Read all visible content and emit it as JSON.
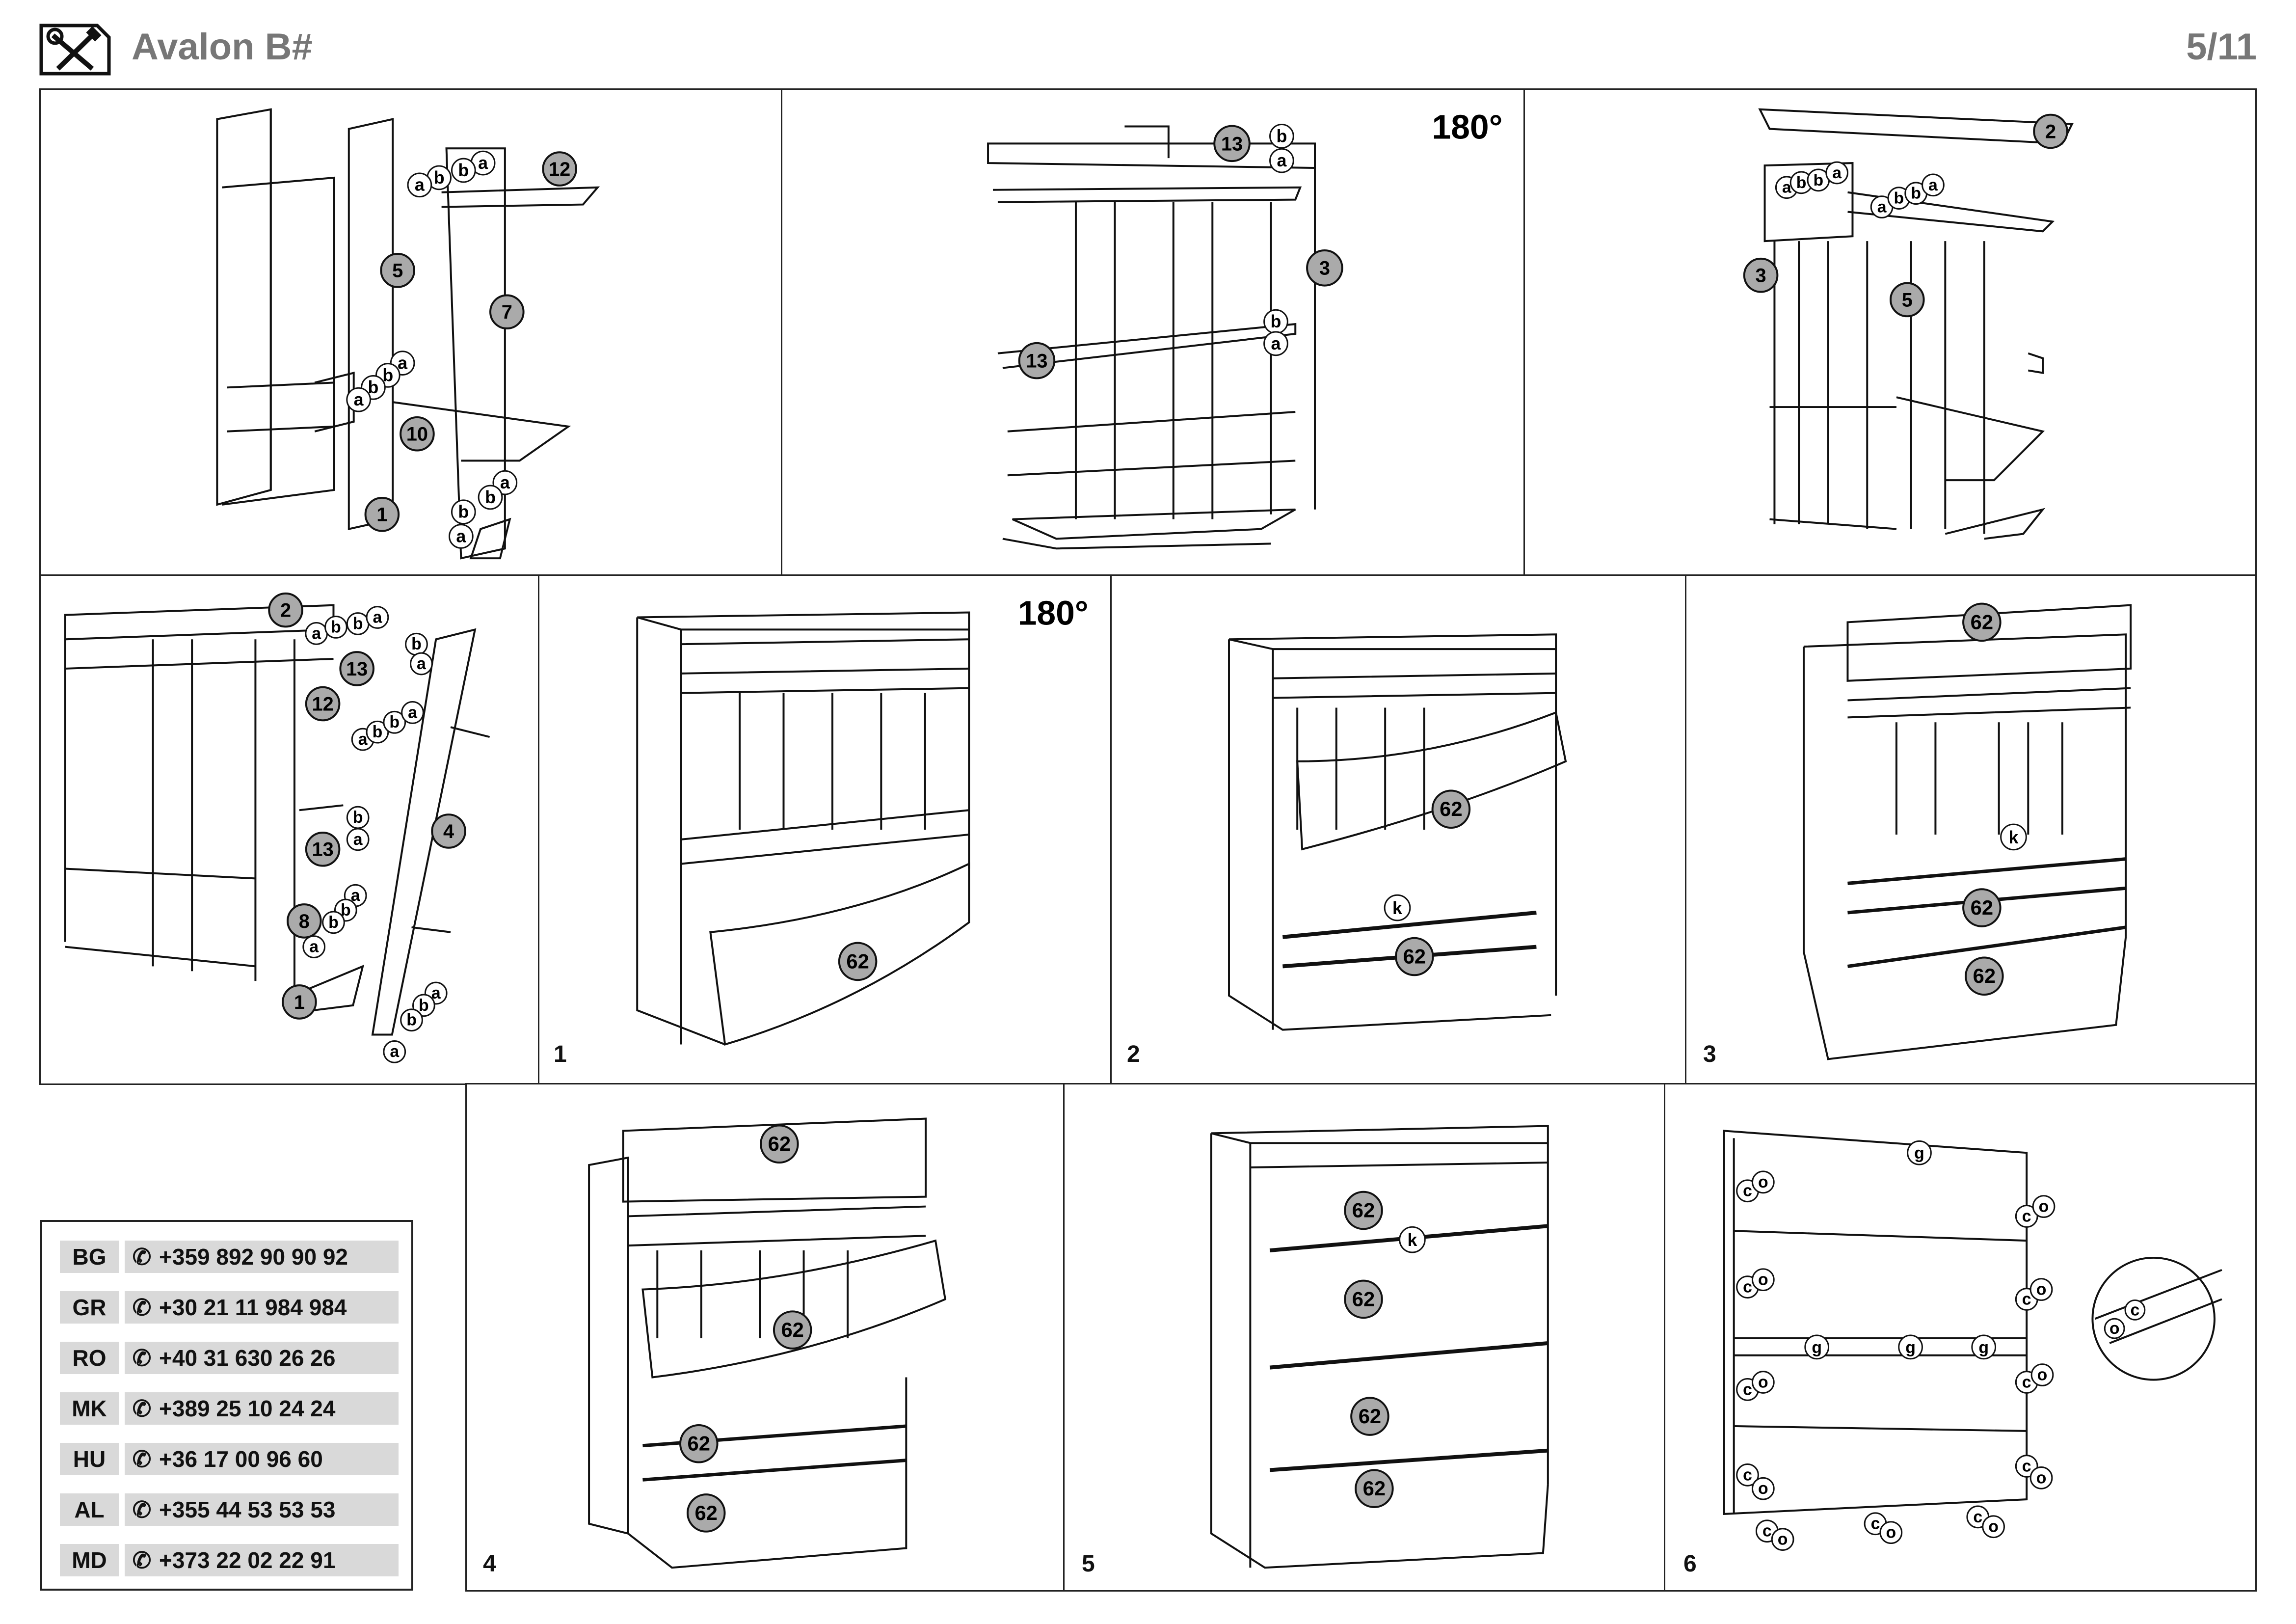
{
  "header": {
    "title": "Avalon B#",
    "page": "5/11",
    "icon": "tools-icon"
  },
  "steps": {
    "s1": "1",
    "s2": "2",
    "s3": "3",
    "s4": "4",
    "s5": "5",
    "s6": "6"
  },
  "rotate": "180°",
  "labels": {
    "p1": [
      "12",
      "5",
      "7",
      "10",
      "1",
      "a",
      "b",
      "a",
      "b",
      "a",
      "b",
      "a",
      "b",
      "a",
      "b",
      "a",
      "b"
    ],
    "p2": [
      "13",
      "3",
      "13",
      "b",
      "a",
      "b",
      "a"
    ],
    "p3": [
      "2",
      "3",
      "5",
      "a",
      "b",
      "b",
      "a",
      "a",
      "b",
      "b",
      "a"
    ],
    "p4": [
      "2",
      "13",
      "12",
      "13",
      "4",
      "8",
      "1",
      "a",
      "b",
      "b",
      "a",
      "b",
      "a",
      "a",
      "b",
      "b",
      "a",
      "b",
      "a",
      "a",
      "b",
      "b",
      "a",
      "a",
      "b",
      "b",
      "a"
    ],
    "p5": [
      "62"
    ],
    "p6": [
      "62",
      "62",
      "k"
    ],
    "p7": [
      "62",
      "k",
      "62",
      "62"
    ],
    "p8": [
      "62",
      "62",
      "62",
      "62"
    ],
    "p9": [
      "62",
      "k",
      "62",
      "62",
      "62"
    ],
    "p10": [
      "g",
      "g",
      "g",
      "g",
      "c",
      "o",
      "c",
      "o",
      "c",
      "o",
      "c",
      "o",
      "c",
      "o",
      "c",
      "o",
      "c",
      "o",
      "c",
      "o",
      "c",
      "o",
      "c",
      "o",
      "c",
      "o",
      "c",
      "o"
    ]
  },
  "contacts": [
    {
      "code": "BG",
      "phone": "+359 892 90 90 92",
      "icon": "phone-icon"
    },
    {
      "code": "GR",
      "phone": "+30 21 11 984 984",
      "icon": "phone-icon"
    },
    {
      "code": "RO",
      "phone": "+40 31 630 26 26",
      "icon": "phone-icon"
    },
    {
      "code": "MK",
      "phone": "+389 25 10 24 24",
      "icon": "phone-icon"
    },
    {
      "code": "HU",
      "phone": "+36 17 00 96 60",
      "icon": "phone-icon"
    },
    {
      "code": "AL",
      "phone": "+355 44 53 53 53",
      "icon": "phone-icon"
    },
    {
      "code": "MD",
      "phone": "+373 22 02 22 91",
      "icon": "phone-icon"
    }
  ]
}
